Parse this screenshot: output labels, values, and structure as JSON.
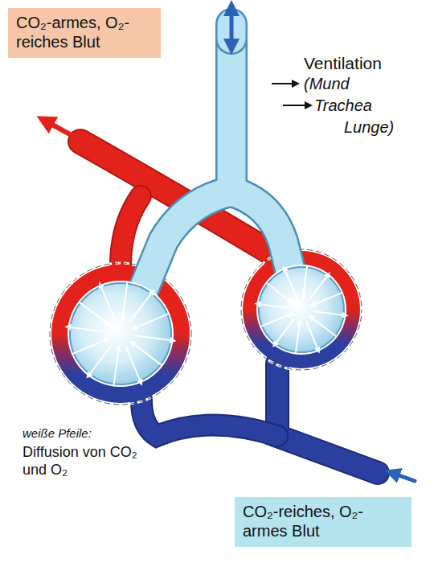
{
  "diagram": {
    "nodes": [
      {
        "text": [
          "CO₂-armes, O₂-reiches Blut"
        ]
      },
      {
        "text": [
          "CO₂-reiches, O₂-armes Blut"
        ]
      }
    ],
    "labels": [
      "Ventilation",
      "(Mund",
      "Trachea",
      "Lunge)",
      "weiße Pfeile:",
      "Diffusion von CO₂ und O₂"
    ]
  }
}
